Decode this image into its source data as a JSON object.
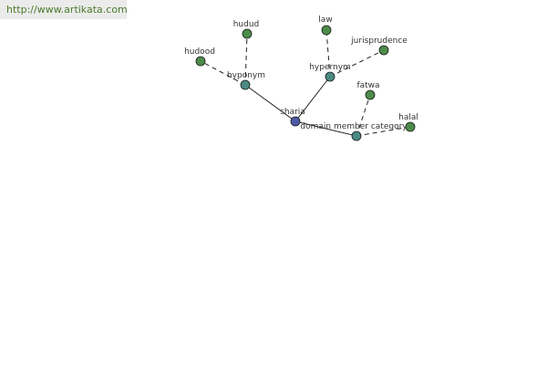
{
  "header": {
    "url": "http://www.artikata.com"
  },
  "colors": {
    "center_node": "#4f5aa6",
    "relation_node": "#4a8a82",
    "leaf_node": "#4c8c49"
  },
  "graph": {
    "center": {
      "id": "sharia",
      "label": "sharia"
    },
    "relations": [
      {
        "id": "hyponym",
        "label": "hyponym"
      },
      {
        "id": "hypernym",
        "label": "hypernym"
      },
      {
        "id": "domain",
        "label": "domain member category"
      }
    ],
    "leaves": [
      {
        "id": "hudud",
        "label": "hudud",
        "relation": "hyponym"
      },
      {
        "id": "hudood",
        "label": "hudood",
        "relation": "hyponym"
      },
      {
        "id": "law",
        "label": "law",
        "relation": "hypernym"
      },
      {
        "id": "jurisprudence",
        "label": "jurisprudence",
        "relation": "hypernym"
      },
      {
        "id": "fatwa",
        "label": "fatwa",
        "relation": "domain"
      },
      {
        "id": "halal",
        "label": "halal",
        "relation": "domain"
      }
    ]
  }
}
